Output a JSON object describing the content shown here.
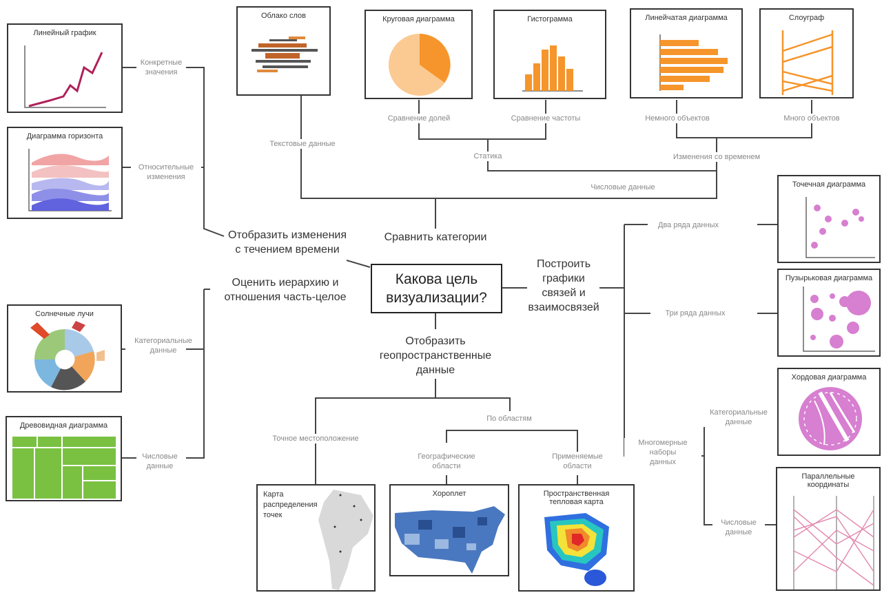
{
  "center": {
    "line1": "Какова цель",
    "line2": "визуализации?"
  },
  "branches": {
    "time": {
      "line1": "Отобразить изменения",
      "line2": "с течением времени"
    },
    "compare": {
      "line1": "Сравнить категории"
    },
    "hierarchy": {
      "line1": "Оценить иерархию и",
      "line2": "отношения  часть-целое"
    },
    "relations": {
      "line1": "Построить",
      "line2": "графики",
      "line3": "связей и",
      "line4": "взаимосвязей"
    },
    "geo": {
      "line1": "Отобразить",
      "line2": "геопространственные",
      "line3": "данные"
    }
  },
  "labels": {
    "concrete": {
      "line1": "Конкретные",
      "line2": "значения"
    },
    "relative": {
      "line1": "Относительные",
      "line2": "изменения"
    },
    "text_data": "Текстовые данные",
    "share": "Сравнение долей",
    "frequency": "Сравнение частоты",
    "few_objects": "Немного объектов",
    "many_objects": "Много объектов",
    "statics": "Статика",
    "over_time": "Изменения со временем",
    "numeric_data": "Числовые данные",
    "two_series": "Два ряда данных",
    "three_series": "Три ряда данных",
    "categorical": {
      "line1": "Категориальные",
      "line2": "данные"
    },
    "numeric": {
      "line1": "Числовые",
      "line2": "данные"
    },
    "exact_location": "Точное местоположение",
    "by_regions": "По областям",
    "geo_regions": {
      "line1": "Географические",
      "line2": "области"
    },
    "applied_regions": {
      "line1": "Применяемые",
      "line2": "области"
    },
    "multi": {
      "line1": "Многомерные",
      "line2": "наборы",
      "line3": "данных"
    },
    "cat_right": {
      "line1": "Категориальные",
      "line2": "данные"
    },
    "num_right": {
      "line1": "Числовые",
      "line2": "данные"
    }
  },
  "charts": {
    "line": "Линейный график",
    "horizon": "Диаграмма горизонта",
    "sunburst": "Солнечные лучи",
    "treemap": "Древовидная диаграмма",
    "wordcloud": "Облако слов",
    "pie": "Круговая диаграмма",
    "histogram": "Гистограмма",
    "barh": "Линейчатая диаграмма",
    "slope": "Слоуграф",
    "scatter": "Точечная диаграмма",
    "bubble": "Пузырьковая диаграмма",
    "chord": "Хордовая диаграмма",
    "parallel": {
      "line1": "Параллельные",
      "line2": "координаты"
    },
    "dotmap": {
      "line1": "Карта",
      "line2": "распределения",
      "line3": "точек"
    },
    "choropleth": "Хороплет",
    "heatmap": {
      "line1": "Пространственная",
      "line2": "тепловая карта"
    }
  },
  "colors": {
    "line": "#b0205a",
    "orange": "#f5952b",
    "peach": "#fbc992",
    "pink": "#d77fd0",
    "green": "#7ac142",
    "connector": "#444444",
    "muted": "#888888"
  }
}
